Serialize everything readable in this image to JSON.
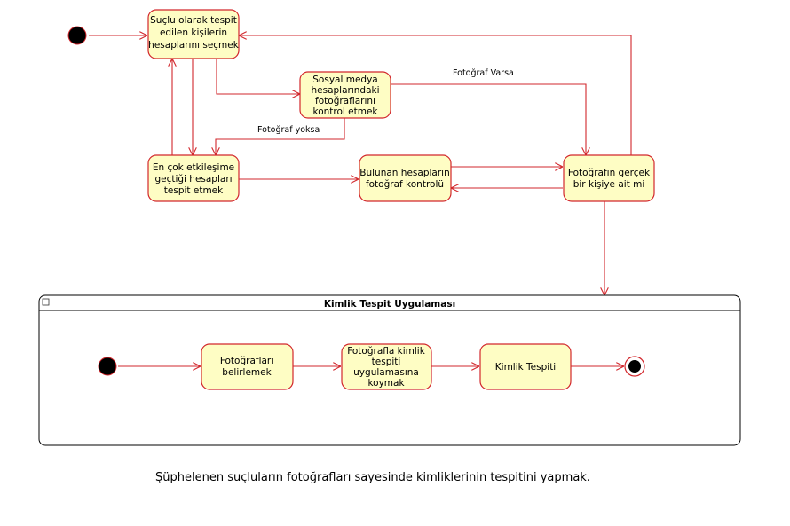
{
  "colors": {
    "stroke": "#d2272c",
    "fill": "#fefdc4",
    "initial": "#000000"
  },
  "nodes": {
    "select": [
      "Suçlu olarak tespit",
      "edilen kişilerin",
      "hesaplarını seçmek"
    ],
    "social": [
      "Sosyal medya",
      "hesaplarındaki",
      "fotoğraflarını",
      "kontrol etmek"
    ],
    "interact": [
      "En çok etkileşime",
      "geçtiği hesapları",
      "tespit etmek"
    ],
    "found": [
      "Bulunan hesapların",
      "fotoğraf kontrolü"
    ],
    "real": [
      "Fotoğrafın gerçek",
      "bir kişiye ait mi"
    ],
    "identify": [
      "Fotoğrafları",
      "belirlemek"
    ],
    "upload": [
      "Fotoğrafla kimlik",
      "tespiti",
      "uygulamasına",
      "koymak"
    ],
    "result": [
      "Kimlik Tespiti"
    ]
  },
  "edge_labels": {
    "photo_yes": "Fotoğraf Varsa",
    "photo_no": "Fotoğraf yoksa"
  },
  "frame": {
    "title": "Kimlik Tespit Uygulaması",
    "collapse_icon": "minus-box-icon"
  },
  "caption": "Şüphelenen suçluların fotoğrafları sayesinde kimliklerinin tespitini yapmak."
}
